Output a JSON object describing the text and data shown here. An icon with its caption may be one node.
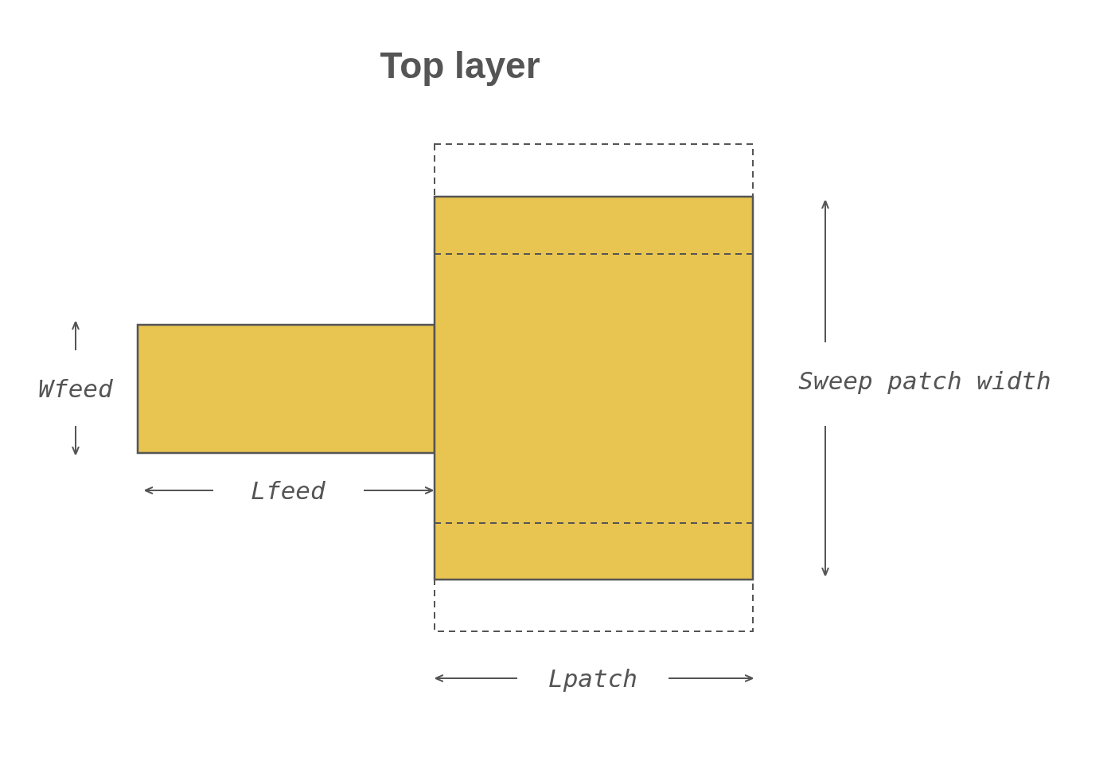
{
  "diagram": {
    "title": "Top layer",
    "labels": [
      "Wfeed",
      "Lfeed",
      "Sweep patch width",
      "Lpatch"
    ]
  }
}
